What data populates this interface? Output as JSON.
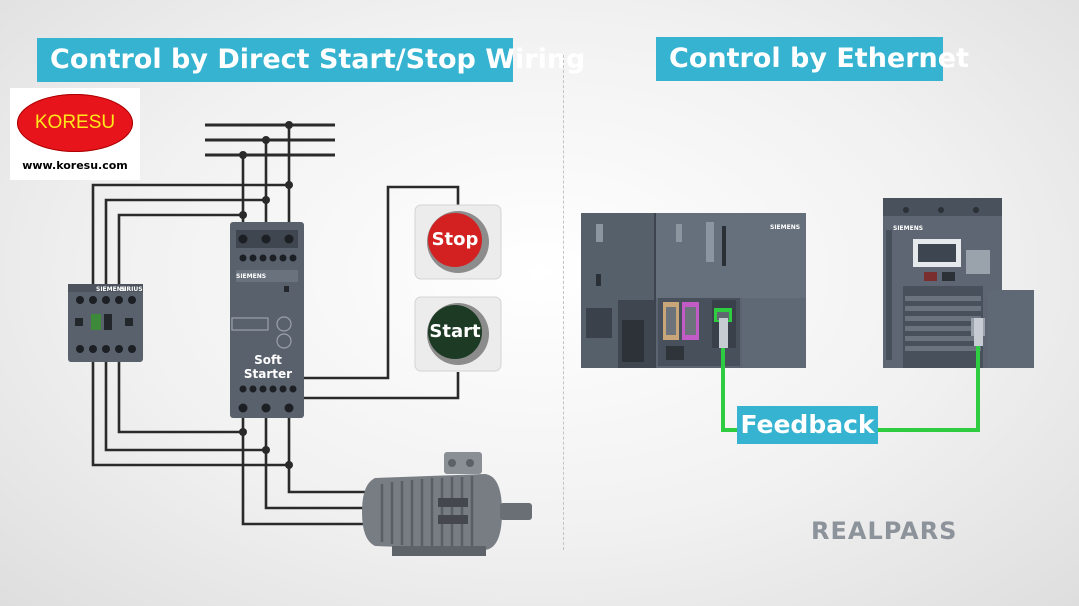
{
  "left_panel": {
    "title": "Control by Direct Start/Stop Wiring",
    "soft_starter_label": "Soft Starter",
    "stop_button_label": "Stop",
    "start_button_label": "Start",
    "device_brand": "SIEMENS",
    "contactor_series": "SIRIUS"
  },
  "right_panel": {
    "title": "Control by Ethernet",
    "feedback_label": "Feedback",
    "device_brand": "SIEMENS"
  },
  "watermark": {
    "logo_text": "KORESU",
    "url": "www.koresu.com"
  },
  "brand": {
    "name": "REALPARS"
  },
  "colors": {
    "banner": "#35b3d0",
    "device_body": "#59616c",
    "wire": "#2a2a2a",
    "ethernet_cable": "#2ecc40",
    "stop_button": "#d32020",
    "start_button": "#1d3a24",
    "logo_oval": "#e8141c",
    "logo_text": "#ffe91a"
  },
  "icons": [
    "motor-icon",
    "contactor-icon",
    "soft-starter-icon",
    "plc-icon",
    "drive-panel-icon",
    "ethernet-port-icon"
  ]
}
